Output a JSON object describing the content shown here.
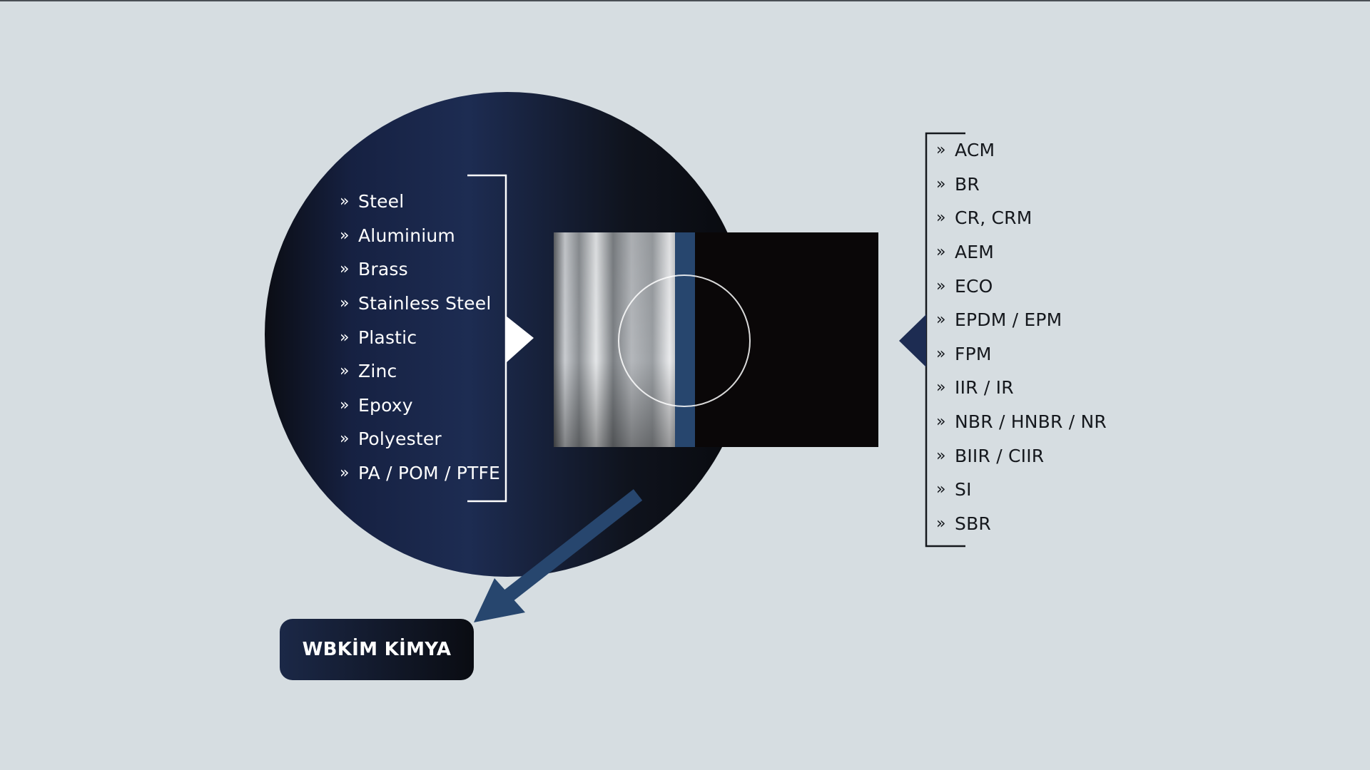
{
  "colors": {
    "background": "#d6dde1",
    "circle_dark": "#0b0d14",
    "circle_blue": "#1d2c52",
    "accent_blue": "#27466e",
    "text_dark": "#15181d",
    "text_light": "#ffffff"
  },
  "substrates": {
    "items": [
      {
        "bullet": "»",
        "label": "Steel"
      },
      {
        "bullet": "»",
        "label": "Aluminium"
      },
      {
        "bullet": "»",
        "label": "Brass"
      },
      {
        "bullet": "»",
        "label": "Stainless Steel"
      },
      {
        "bullet": "»",
        "label": "Plastic"
      },
      {
        "bullet": "»",
        "label": "Zinc"
      },
      {
        "bullet": "»",
        "label": "Epoxy"
      },
      {
        "bullet": "»",
        "label": "Polyester"
      },
      {
        "bullet": "»",
        "label": "PA / POM / PTFE"
      }
    ]
  },
  "rubbers": {
    "items": [
      {
        "bullet": "»",
        "label": "ACM"
      },
      {
        "bullet": "»",
        "label": "BR"
      },
      {
        "bullet": "»",
        "label": "CR, CRM"
      },
      {
        "bullet": "»",
        "label": "AEM"
      },
      {
        "bullet": "»",
        "label": "ECO"
      },
      {
        "bullet": "»",
        "label": "EPDM / EPM"
      },
      {
        "bullet": "»",
        "label": "FPM"
      },
      {
        "bullet": "»",
        "label": "IIR / IR"
      },
      {
        "bullet": "»",
        "label": "NBR / HNBR / NR"
      },
      {
        "bullet": "»",
        "label": "BIIR / CIIR"
      },
      {
        "bullet": "»",
        "label": "SI"
      },
      {
        "bullet": "»",
        "label": "SBR"
      }
    ]
  },
  "brand": {
    "label": "WBKİM KİMYA"
  }
}
